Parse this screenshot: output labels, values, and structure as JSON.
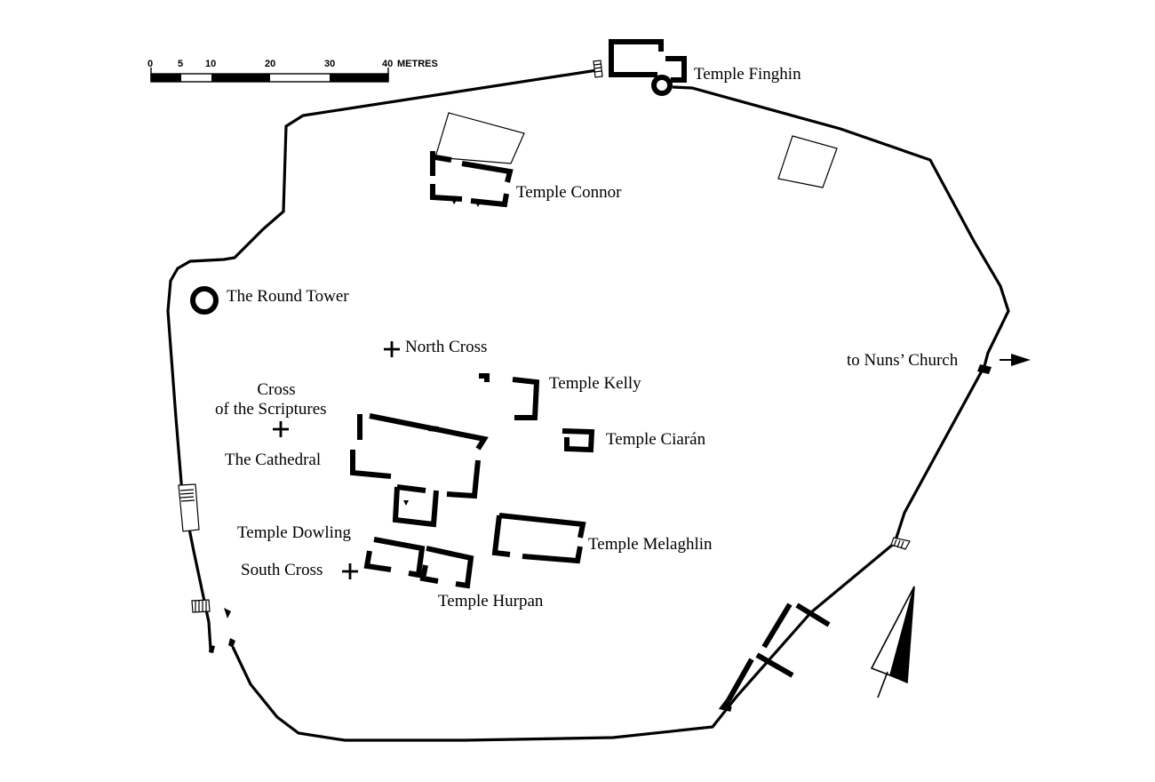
{
  "scale_bar": {
    "ticks": [
      "0",
      "5",
      "10",
      "20",
      "30",
      "40"
    ],
    "unit": "METRES"
  },
  "labels": {
    "temple_finghin": "Temple Finghin",
    "temple_connor": "Temple Connor",
    "round_tower": "The Round Tower",
    "north_cross": "North Cross",
    "temple_kelly": "Temple Kelly",
    "cross_scriptures_line1": "Cross",
    "cross_scriptures_line2": "of the Scriptures",
    "cathedral": "The Cathedral",
    "temple_ciaran": "Temple Ciarán",
    "temple_dowling": "Temple Dowling",
    "south_cross": "South Cross",
    "temple_melaghlin": "Temple Melaghlin",
    "temple_hurpan": "Temple Hurpan",
    "nuns_church": "to Nuns’ Church"
  },
  "colors": {
    "ink": "#000000",
    "paper": "#ffffff"
  }
}
